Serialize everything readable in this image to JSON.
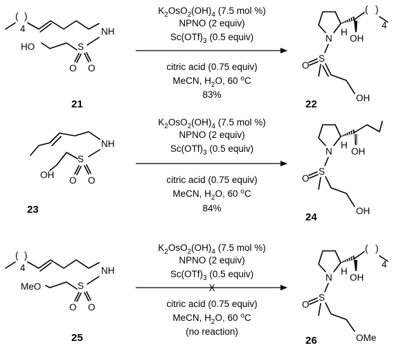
{
  "reactions": [
    {
      "reagents": {
        "line1_pre": "K",
        "line1_sub1": "2",
        "line1_mid1": "OsO",
        "line1_sub2": "2",
        "line1_mid2": "(OH)",
        "line1_sub3": "4",
        "line1_post": " (7.5 mol %)",
        "line2": "NPNO (2 equiv)",
        "line3_pre": "Sc(OTf)",
        "line3_sub": "3",
        "line3_post": " (0.5 equiv)"
      },
      "conditions": {
        "line1": "citric acid (0.75 equiv)",
        "line2_pre": "MeCN, H",
        "line2_sub": "2",
        "line2_mid": "O, 60 ",
        "line2_sup": "o",
        "line2_post": "C",
        "yield": "83%"
      },
      "substrate": {
        "number": "21",
        "chain_sub": "4",
        "atoms": {
          "HO": "HO",
          "S": "S",
          "NH": "NH",
          "O1": "O",
          "O2": "O"
        }
      },
      "product": {
        "number": "22",
        "chain_sub": "4",
        "atoms": {
          "N": "N",
          "H": "H",
          "OH": "OH",
          "S": "S",
          "O": "O",
          "OH2": "OH"
        }
      }
    },
    {
      "reagents": {
        "line1_pre": "K",
        "line1_sub1": "2",
        "line1_mid1": "OsO",
        "line1_sub2": "2",
        "line1_mid2": "(OH)",
        "line1_sub3": "4",
        "line1_post": " (7.5 mol %)",
        "line2": "NPNO (2 equiv)",
        "line3_pre": "Sc(OTf)",
        "line3_sub": "3",
        "line3_post": " (0.5 equiv)"
      },
      "conditions": {
        "line1": "citric acid (0.75 equiv)",
        "line2_pre": "MeCN, H",
        "line2_sub": "2",
        "line2_mid": "O, 60 ",
        "line2_sup": "o",
        "line2_post": "C",
        "yield": "84%"
      },
      "substrate": {
        "number": "23",
        "atoms": {
          "OH": "OH",
          "S": "S",
          "NH": "NH",
          "O1": "O",
          "O2": "O"
        }
      },
      "product": {
        "number": "24",
        "atoms": {
          "N": "N",
          "H": "H",
          "OH": "OH",
          "S": "S",
          "O": "O",
          "OH2": "OH"
        }
      }
    },
    {
      "reagents": {
        "line1_pre": "K",
        "line1_sub1": "2",
        "line1_mid1": "OsO",
        "line1_sub2": "2",
        "line1_mid2": "(OH)",
        "line1_sub3": "4",
        "line1_post": " (7.5 mol %)",
        "line2": "NPNO (2 equiv)",
        "line3_pre": "Sc(OTf)",
        "line3_sub": "3",
        "line3_post": " (0.5 equiv)"
      },
      "arrow_mark": "X",
      "conditions": {
        "line1": "citric acid (0.75 equiv)",
        "line2_pre": "MeCN, H",
        "line2_sub": "2",
        "line2_mid": "O, 60 ",
        "line2_sup": "o",
        "line2_post": "C",
        "yield": "(no reaction)"
      },
      "substrate": {
        "number": "25",
        "chain_sub": "4",
        "atoms": {
          "MeO": "MeO",
          "S": "S",
          "NH": "NH",
          "O1": "O",
          "O2": "O"
        }
      },
      "product": {
        "number": "26",
        "chain_sub": "4",
        "atoms": {
          "N": "N",
          "H": "H",
          "OH": "OH",
          "S": "S",
          "O": "O",
          "OMe": "OMe"
        }
      }
    }
  ]
}
